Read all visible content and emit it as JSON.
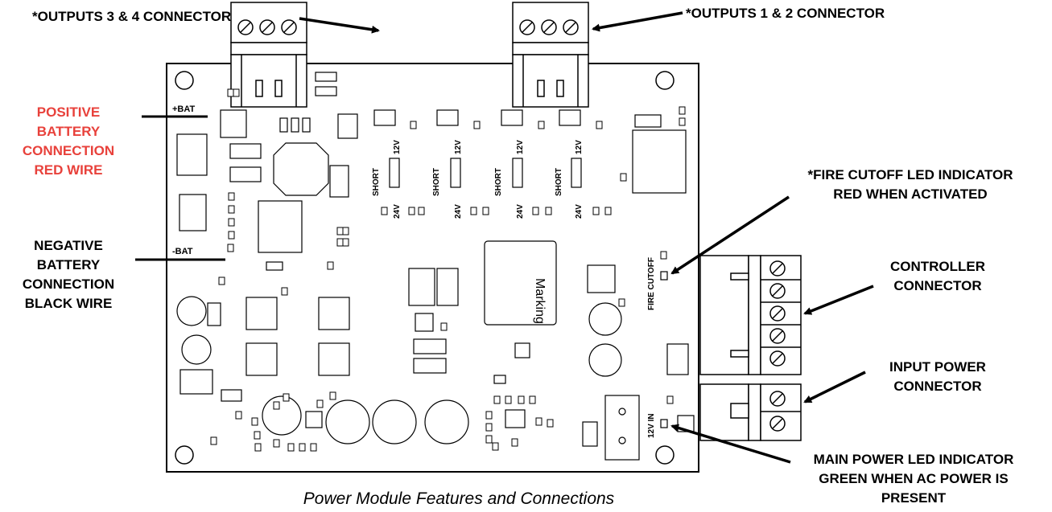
{
  "callouts": {
    "outputs_34": "*OUTPUTS 3 & 4 CONNECTOR",
    "outputs_12": "*OUTPUTS 1 & 2 CONNECTOR",
    "positive_battery": [
      "POSITIVE",
      "BATTERY",
      "CONNECTION",
      "RED WIRE"
    ],
    "negative_battery": [
      "NEGATIVE",
      "BATTERY",
      "CONNECTION",
      "BLACK WIRE"
    ],
    "fire_cutoff": [
      "*FIRE CUTOFF LED INDICATOR",
      "RED WHEN ACTIVATED"
    ],
    "controller": [
      "CONTROLLER",
      "CONNECTOR"
    ],
    "input_power": [
      "INPUT POWER",
      "CONNECTOR"
    ],
    "main_power": [
      "MAIN POWER LED INDICATOR",
      "GREEN WHEN AC POWER IS",
      "PRESENT"
    ]
  },
  "board_silkscreen": {
    "plus_bat": "+BAT",
    "minus_bat": "-BAT",
    "short": "SHORT",
    "v12": "12V",
    "v24": "24V",
    "fire_cutoff": "FIRE CUTOFF",
    "v12_in": "12V IN",
    "marking": "Marking"
  },
  "caption": "Power Module Features and Connections",
  "colors": {
    "positive_label": "#e8413b",
    "ink": "#000000",
    "board": "#ffffff"
  }
}
